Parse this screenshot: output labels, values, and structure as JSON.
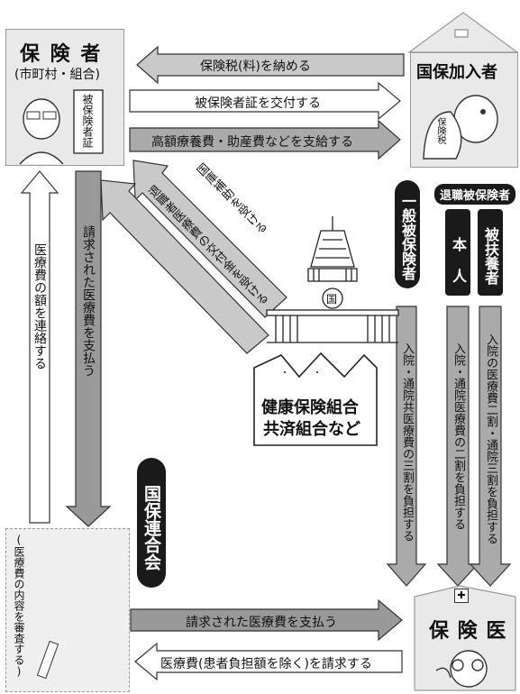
{
  "insurer": {
    "title": "保 険 者",
    "subtitle": "(市町村・組合)",
    "badge": "被保険者証"
  },
  "member": {
    "title": "国保加入者",
    "badge": "保険税"
  },
  "arrows_top": {
    "tax": "保険税(料)を納める",
    "card": "被保険者証を交付する",
    "benefits": "高額療養費・助産費などを支給する"
  },
  "diag": {
    "subsidy": "国庫補助を受ける",
    "grant": "退職者医療費の交付金を受ける"
  },
  "left": {
    "report": "医療費の額を連絡する",
    "billed_pay": "請求された医療費を支払う"
  },
  "categories": {
    "general": "一般被保険者",
    "retired": "退職被保険者",
    "self": "本 人",
    "dependent": "被扶養者"
  },
  "copay": {
    "general": "入院・通院共医療費の三割を負担する",
    "self": "入院・通院医療費の二割を負担する",
    "dependent": "入院の医療費二割・通院三割を負担する"
  },
  "building": {
    "emblem": "国",
    "label1": "健康保険組合",
    "label2": "共済組合など"
  },
  "federation": {
    "title": "国保連合会",
    "review": "(医療費の内容を審査する)"
  },
  "bottom": {
    "pay": "請求された医療費を支払う",
    "claim": "医療費(患者負担額を除く)を請求する"
  },
  "doctor": {
    "title": "保 険 医",
    "sign_icon": "cross-icon"
  }
}
